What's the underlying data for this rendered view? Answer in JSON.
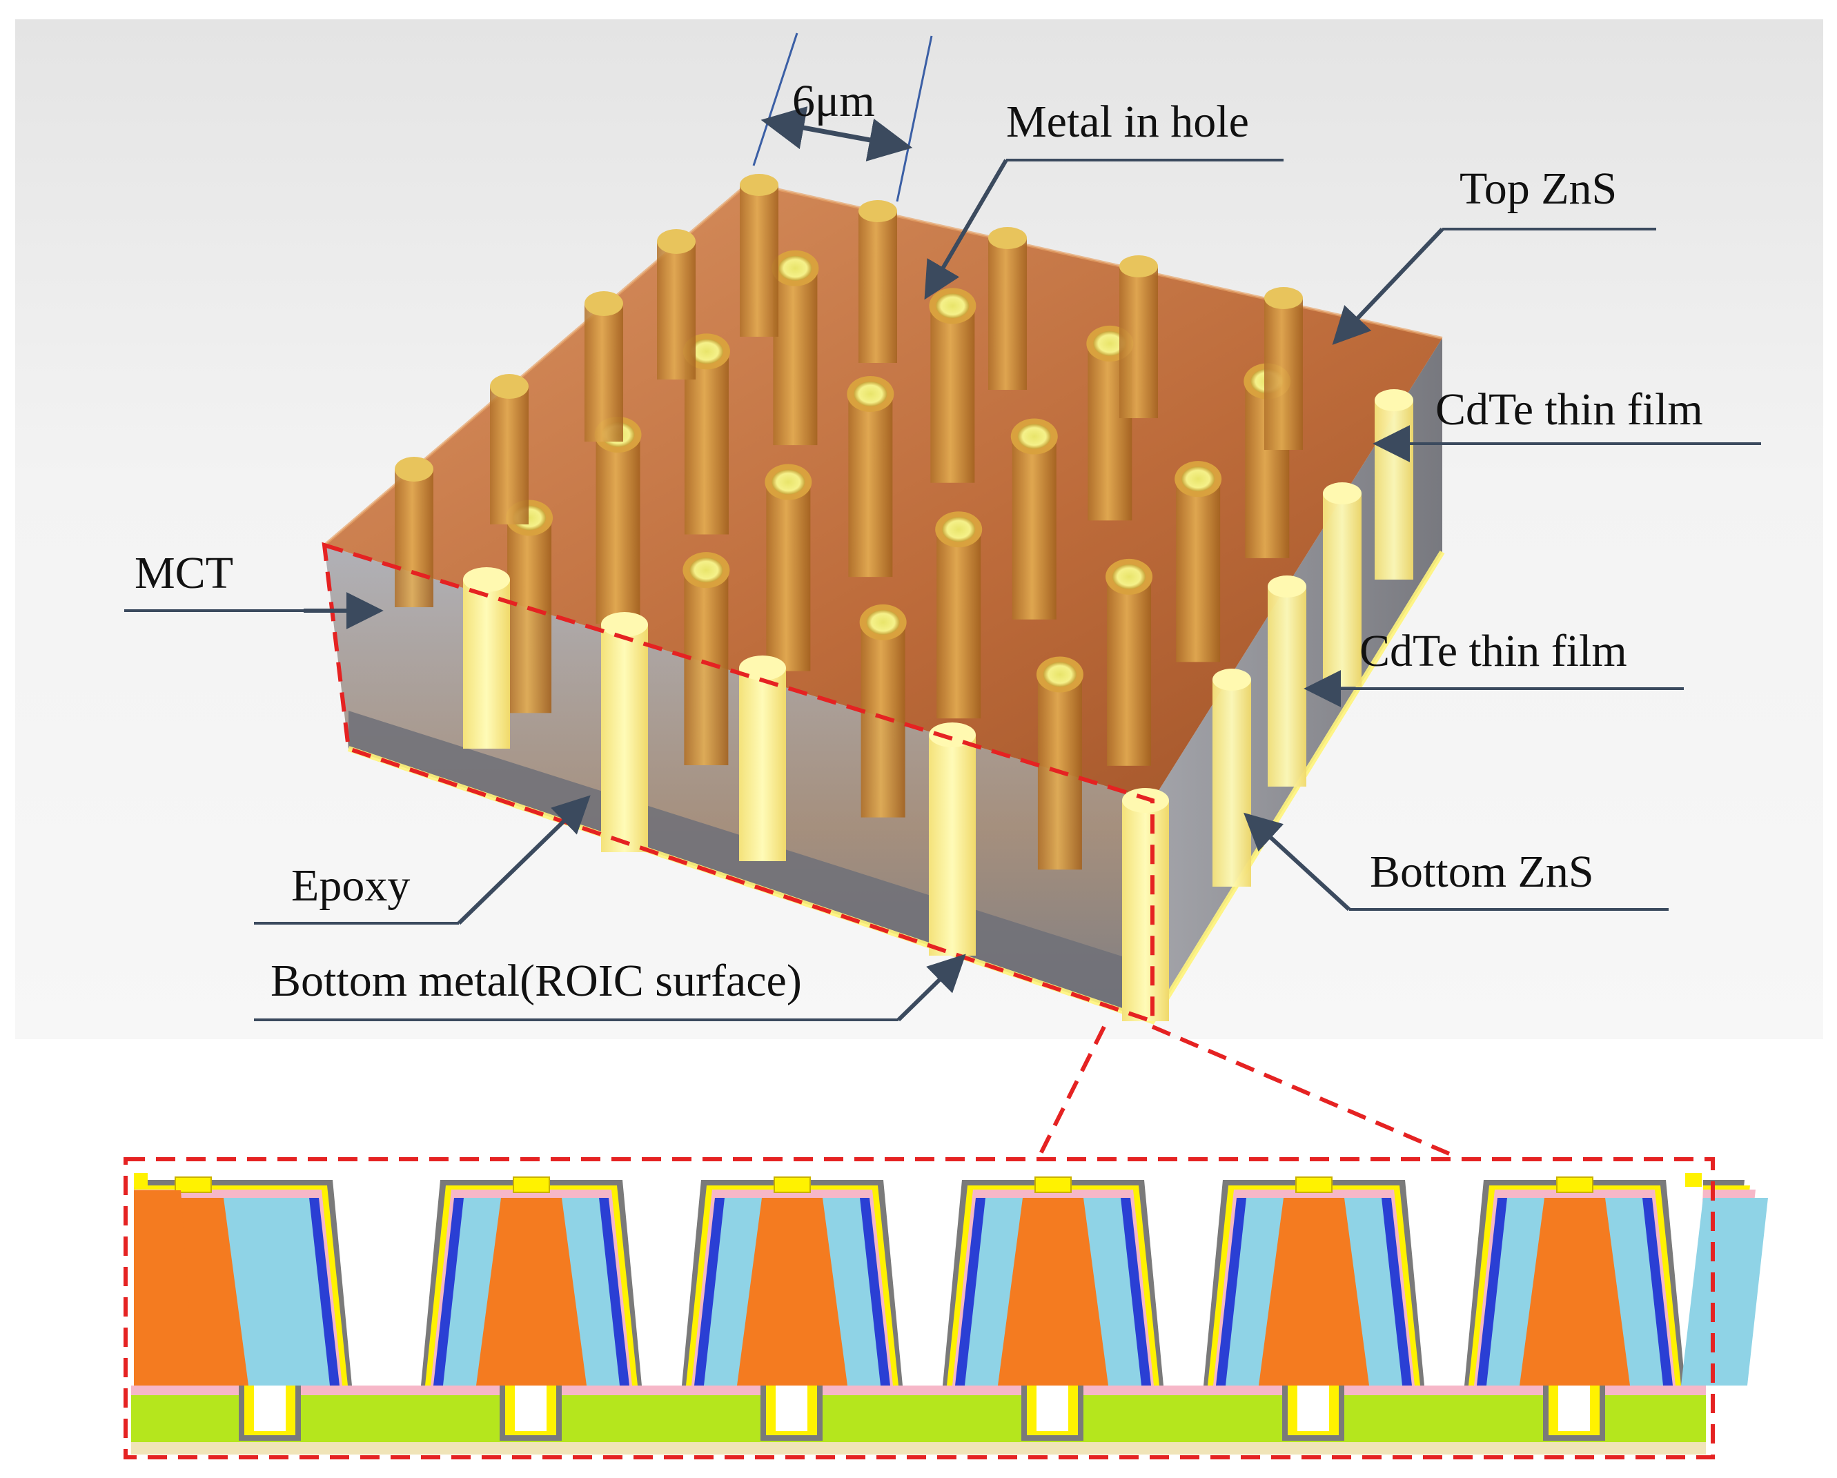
{
  "labels": {
    "dimension": "6μm",
    "metal_in_hole": "Metal in hole",
    "top_zns": "Top ZnS",
    "cdte_top": "CdTe thin film",
    "cdte_bottom": "CdTe thin film",
    "mct": "MCT",
    "epoxy": "Epoxy",
    "bottom_metal": "Bottom metal(ROIC surface)",
    "bottom_zns": "Bottom ZnS"
  },
  "colors": {
    "background": "#ececec",
    "top_zns": "#c8743f",
    "pillar_gold": "#d59a3a",
    "hole_yellow": "#f3ef82",
    "side_yellow": "#fbf59a",
    "mct_glass": "#8c8f98",
    "epoxy_gray": "#6e7078",
    "cut_outline": "#e52222",
    "leader": "#3b4a5e",
    "xs_orange": "#f47b20",
    "xs_cyan": "#8fd3e6",
    "xs_blue": "#2a3fd4",
    "xs_yellow": "#fff200",
    "xs_gray": "#7a7a7a",
    "xs_pink": "#f6b7c8",
    "xs_lime": "#b5e61d",
    "xs_base": "#f0e4b8"
  }
}
